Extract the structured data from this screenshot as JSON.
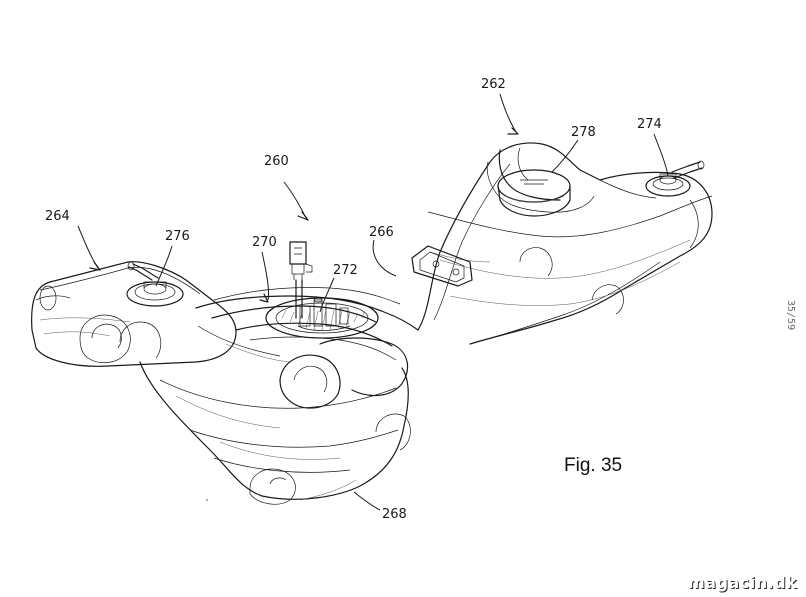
{
  "figure": {
    "caption": "Fig. 35",
    "sheet_number": "35/59"
  },
  "labels": {
    "l260": "260",
    "l262": "262",
    "l264": "264",
    "l266": "266",
    "l268": "268",
    "l270": "270",
    "l272": "272",
    "l274": "274",
    "l276": "276",
    "l278": "278"
  },
  "watermark": "magacin.dk",
  "colors": {
    "line": "#1a1a1a",
    "background": "#ffffff",
    "watermark_shadow": "#000000"
  }
}
